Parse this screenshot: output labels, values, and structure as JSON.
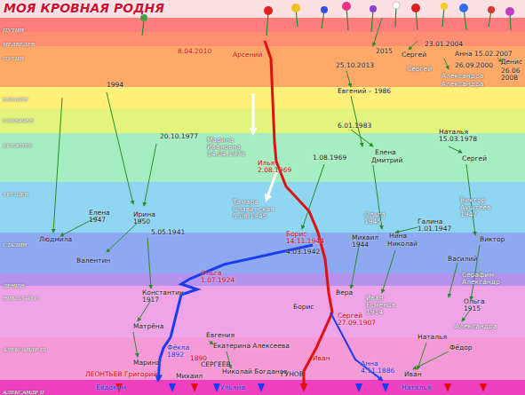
{
  "diagram": {
    "title": "МОЯ КРОВНАЯ РОДНЯ",
    "nodes": [
      {
        "text": [
          "ПУТИН"
        ]
      },
      {
        "text": [
          "МЕДВЕДЕВ"
        ]
      },
      {
        "text": [
          "ПУТИН"
        ]
      },
      {
        "text": [
          "ЕЛЬЦИН"
        ]
      },
      {
        "text": [
          "ГОРБАЧЕВ"
        ]
      },
      {
        "text": [
          "БРЕЖНЕВ"
        ]
      },
      {
        "text": [
          "ХРУЩЕВ"
        ]
      },
      {
        "text": [
          "СТАЛИН"
        ]
      },
      {
        "text": [
          "ЛЕНИН"
        ]
      },
      {
        "text": [
          "НИКОЛАЙ II"
        ]
      },
      {
        "text": [
          "АЛЕКСАНДР III"
        ]
      },
      {
        "text": [
          "АЛЕКСАНДР II"
        ]
      }
    ],
    "labels": [
      "8.04.2010",
      "Арсений",
      "1994",
      "25.10.2013",
      "2015",
      "Сергей",
      "23.01.2004",
      "Анна 15.02.2007",
      "Сергей",
      "26.09.2000",
      "Александра",
      "Александра",
      "Денис",
      "26.06 2008",
      "Евгений – 1986",
      "6.01.1983",
      "20.10.1977",
      "Марина Ивановна 14.04.1973",
      "Илья 2.08.1969",
      "1.08.1969",
      "Елена",
      "Дмитрий",
      "Наталья 15.03.1978",
      "Сергей",
      "Ирина 1950",
      "Елена 1947",
      "Тамара Славинская 5.08.1945",
      "Борис 14.11.1944",
      "4.03.1942",
      "Ольга 1945",
      "Михаил 1944",
      "Нина",
      "Николай",
      "Галина 1.01.1947",
      "Виктор Ауштеев 1947",
      "Людмила",
      "Валентин",
      "5.05.1941",
      "Ольга 1.07.1924",
      "Виктор",
      "Василий",
      "Серафим Александр",
      "Константин 1917",
      "Вера",
      "Борис",
      "Иван Есменов 1914",
      "Сергей 27.09.1907",
      "Ольга 1915",
      "Александра",
      "Матрёна",
      "Евгения",
      "Екатерина Алексеева",
      "Наталья",
      "Фёдор",
      "Фёкла 1892",
      "Марина",
      "1890",
      "СЕРГЕЕВ",
      "Николай Богданов",
      "ГУНОВ",
      "Иван",
      "Анна 4.11.1886",
      "Иван",
      "ЛЕОНТЬЕВ Григорий",
      "Михаил",
      "Евдоким",
      "Ульяна",
      "Наталья"
    ]
  }
}
